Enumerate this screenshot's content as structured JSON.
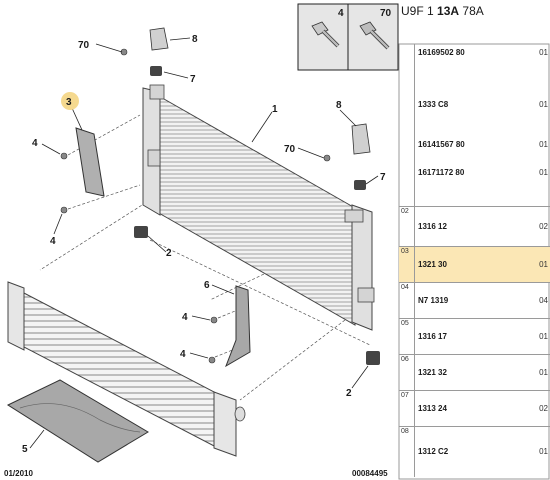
{
  "header": {
    "code_prefix": "U9F 1",
    "code_bold": "13A",
    "code_suffix": "78A"
  },
  "inset": {
    "left_label": "4",
    "right_label": "70"
  },
  "callouts": {
    "c70a": "70",
    "c8a": "8",
    "c7a": "7",
    "c3": "3",
    "c1": "1",
    "c4a": "4",
    "c8b": "8",
    "c70b": "70",
    "c7b": "7",
    "c4b": "4",
    "c2a": "2",
    "c6": "6",
    "c4c": "4",
    "c4d": "4",
    "c2b": "2",
    "c5": "5"
  },
  "footer": {
    "date": "01/2010",
    "ref": "00084495"
  },
  "parts": [
    {
      "idx": "",
      "lines": [
        {
          "part": "16169502 80",
          "qty": "01"
        },
        {
          "part": "1333 C8",
          "qty": "01"
        },
        {
          "part": "16141567 80",
          "qty": "01"
        },
        {
          "part": "16171172 80",
          "qty": "01"
        }
      ]
    },
    {
      "idx": "02",
      "lines": [
        {
          "part": "1316 12",
          "qty": "02"
        }
      ]
    },
    {
      "idx": "03",
      "lines": [
        {
          "part": "1321 30",
          "qty": "01"
        }
      ]
    },
    {
      "idx": "04",
      "lines": [
        {
          "part": "N7 1319",
          "qty": "04"
        }
      ]
    },
    {
      "idx": "05",
      "lines": [
        {
          "part": "1316 17",
          "qty": "01"
        }
      ]
    },
    {
      "idx": "06",
      "lines": [
        {
          "part": "1321 32",
          "qty": "01"
        }
      ]
    },
    {
      "idx": "07",
      "lines": [
        {
          "part": "1313 24",
          "qty": "02"
        }
      ]
    },
    {
      "idx": "08",
      "lines": [
        {
          "part": "1312 C2",
          "qty": "01"
        }
      ]
    }
  ]
}
